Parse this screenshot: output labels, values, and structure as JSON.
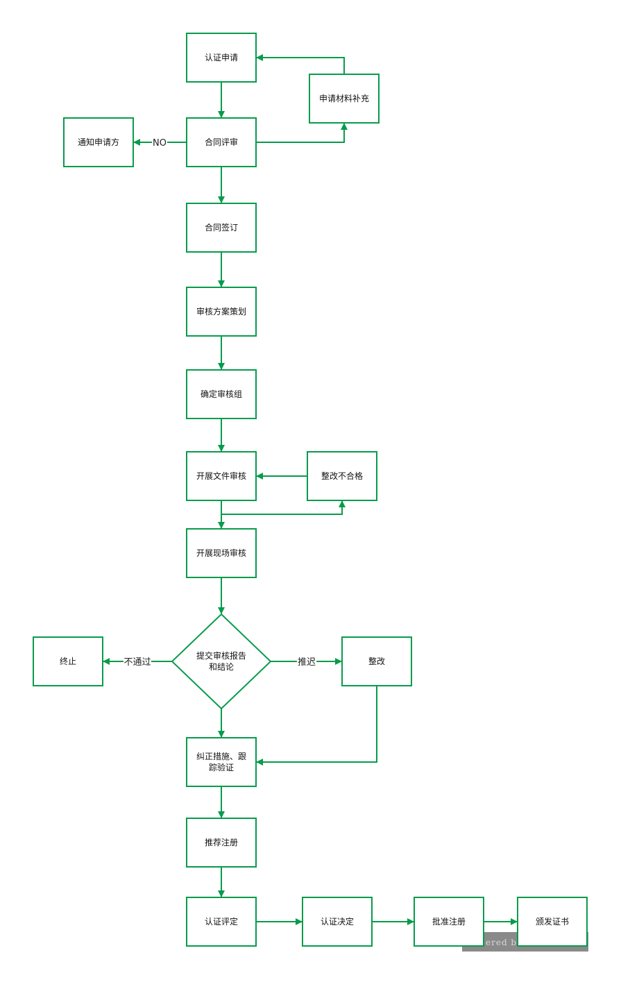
{
  "colors": {
    "stroke": "#079b4b",
    "node_fill": "#ffffff",
    "watermark": "#8a8a8a"
  },
  "nodes": {
    "apply": {
      "label": "认证申请"
    },
    "supplement": {
      "label": "申请材料补充"
    },
    "review": {
      "label": "合同评审"
    },
    "notify": {
      "label": "通知申请方"
    },
    "sign": {
      "label": "合同签订"
    },
    "plan": {
      "label": "审核方案策划"
    },
    "team": {
      "label": "确定审核组"
    },
    "doc_audit": {
      "label": "开展文件审核"
    },
    "fix_nonconf": {
      "label": "整改不合格"
    },
    "site_audit": {
      "label": "开展现场审核"
    },
    "report": {
      "label_line1": "提交审核报告",
      "label_line2": "和结论"
    },
    "stop": {
      "label": "终止"
    },
    "rectify": {
      "label": "整改"
    },
    "corrective": {
      "label_line1": "纠正措施、跟",
      "label_line2": "踪验证"
    },
    "recommend": {
      "label": "推荐注册"
    },
    "evaluate": {
      "label": "认证评定"
    },
    "decide": {
      "label": "认证决定"
    },
    "approve": {
      "label": "批准注册"
    },
    "certificate": {
      "label": "颁发证书"
    }
  },
  "edge_labels": {
    "no": "NO",
    "fail": "不通过",
    "postpone": "推迟"
  },
  "watermark": {
    "text": "ered b"
  }
}
